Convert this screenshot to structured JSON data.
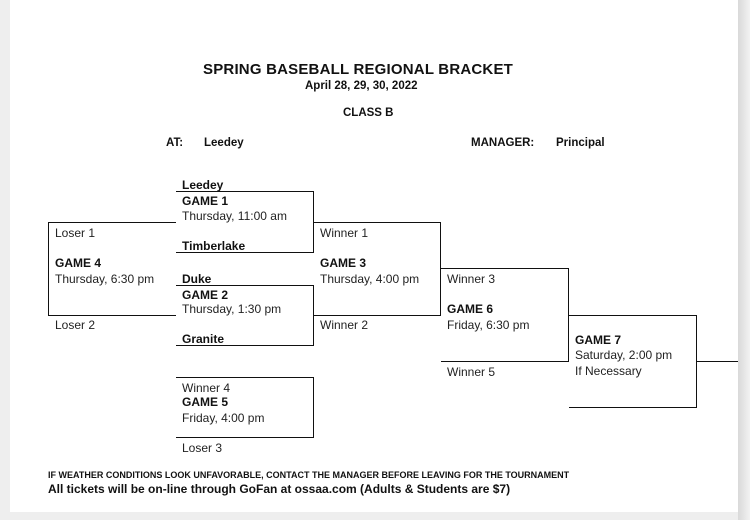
{
  "header": {
    "title": "SPRING BASEBALL REGIONAL BRACKET",
    "dates": "April 28, 29, 30, 2022",
    "class": "CLASS B",
    "at_label": "AT:",
    "at_value": "Leedey",
    "manager_label": "MANAGER:",
    "manager_value": "Principal"
  },
  "games": {
    "game1": {
      "name": "GAME 1",
      "time": "Thursday, 11:00 am",
      "top": "Leedey",
      "bottom": "Timberlake"
    },
    "game2": {
      "name": "GAME 2",
      "time": "Thursday, 1:30 pm",
      "top": "Duke",
      "bottom": "Granite"
    },
    "game3": {
      "name": "GAME 3",
      "time": "Thursday, 4:00 pm",
      "top": "Winner 1",
      "bottom": "Winner 2"
    },
    "game4": {
      "name": "GAME 4",
      "time": "Thursday, 6:30 pm",
      "top": "Loser 1",
      "bottom": "Loser 2"
    },
    "game5": {
      "name": "GAME 5",
      "time": "Friday, 4:00 pm",
      "top": "Winner 4",
      "bottom": "Loser 3"
    },
    "game6": {
      "name": "GAME 6",
      "time": "Friday, 6:30 pm",
      "top": "Winner 3",
      "bottom": "Winner 5"
    },
    "game7": {
      "name": "GAME 7",
      "time": "Saturday, 2:00 pm",
      "note": "If  Necessary"
    }
  },
  "footer": {
    "weather_notice": "IF WEATHER CONDITIONS LOOK UNFAVORABLE, CONTACT THE MANAGER BEFORE LEAVING FOR THE TOURNAMENT",
    "tickets_notice": "All tickets will be on-line through  GoFan at ossaa.com   (Adults & Students are $7)"
  }
}
